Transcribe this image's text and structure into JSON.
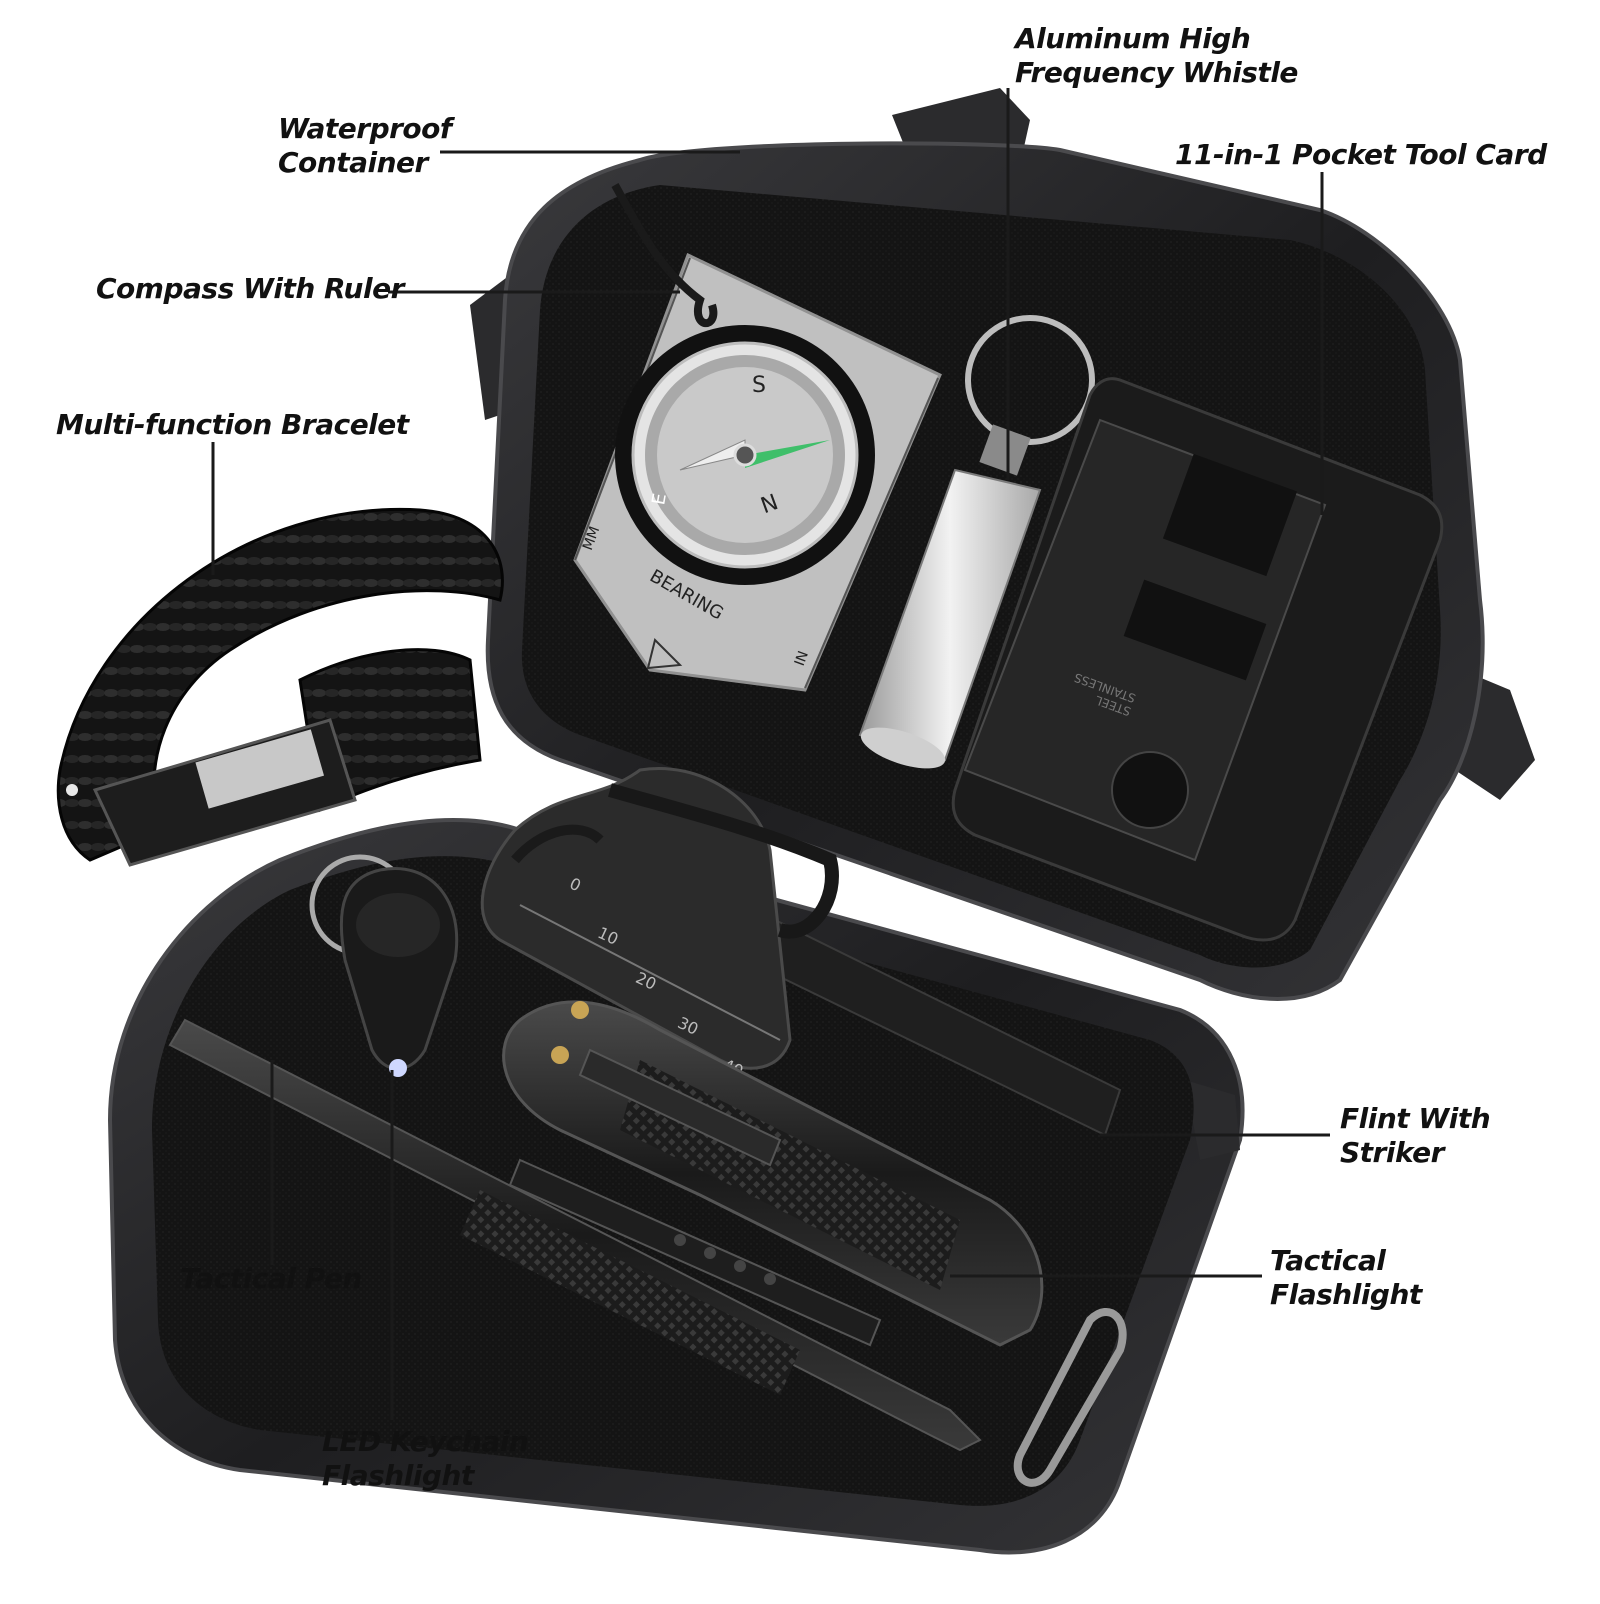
{
  "labels": {
    "whistle": [
      "Aluminum High",
      "Frequency Whistle"
    ],
    "container": [
      "Waterproof",
      "Container"
    ],
    "tool_card": [
      "11-in-1 Pocket Tool Card"
    ],
    "compass": [
      "Compass With Ruler"
    ],
    "bracelet": [
      "Multi-function Bracelet"
    ],
    "flint": [
      "Flint With",
      "Striker"
    ],
    "flashlight": [
      "Tactical",
      "Flashlight"
    ],
    "pen": [
      "Tactical Pen"
    ],
    "keychain": [
      "LED Keychain",
      "Flashlight"
    ]
  },
  "printed_marks": {
    "compass_s": "S",
    "compass_n": "N",
    "compass_e": "E",
    "compass_mm": "MM",
    "compass_in": "IN",
    "bearing": "BEARING",
    "card_text": [
      "STAINLESS",
      "STEEL"
    ],
    "striker_ruler": [
      "0",
      "10",
      "20",
      "30",
      "40"
    ]
  },
  "colors": {
    "case": "#2a2a2c",
    "case_edge": "#4a4a4d",
    "foam": "#141414",
    "label_text": "#111111",
    "leader": "#1a1a1a",
    "compass_needle": "#3fbf6a"
  }
}
